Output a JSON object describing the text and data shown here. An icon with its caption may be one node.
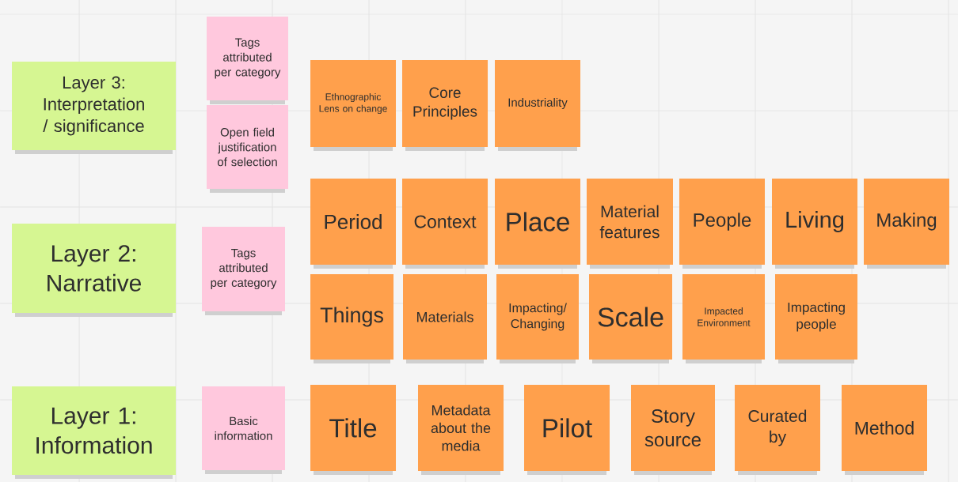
{
  "diagram": {
    "nodes": [
      {
        "text": [
          "Layer 3: Interpretation / significance"
        ]
      },
      {
        "text": [
          "Tags attributed per category"
        ]
      },
      {
        "text": [
          "Open field justification of selection"
        ]
      },
      {
        "text": [
          "Ethnographic Lens on change"
        ]
      },
      {
        "text": [
          "Core Principles"
        ]
      },
      {
        "text": [
          "Industriality"
        ]
      },
      {
        "text": [
          "Layer 2: Narrative"
        ]
      },
      {
        "text": [
          "Tags attributed per category"
        ]
      },
      {
        "text": [
          "Period"
        ]
      },
      {
        "text": [
          "Context"
        ]
      },
      {
        "text": [
          "Place"
        ]
      },
      {
        "text": [
          "Material features"
        ]
      },
      {
        "text": [
          "People"
        ]
      },
      {
        "text": [
          "Living"
        ]
      },
      {
        "text": [
          "Making"
        ]
      },
      {
        "text": [
          "Things"
        ]
      },
      {
        "text": [
          "Materials"
        ]
      },
      {
        "text": [
          "Impacting/ Changing"
        ]
      },
      {
        "text": [
          "Scale"
        ]
      },
      {
        "text": [
          "Impacted Environment"
        ]
      },
      {
        "text": [
          "Impacting people"
        ]
      },
      {
        "text": [
          "Layer 1: Information"
        ]
      },
      {
        "text": [
          "Basic information"
        ]
      },
      {
        "text": [
          "Title"
        ]
      },
      {
        "text": [
          "Metadata about the media"
        ]
      },
      {
        "text": [
          "Pilot"
        ]
      },
      {
        "text": [
          "Story source"
        ]
      },
      {
        "text": [
          "Curated by"
        ]
      },
      {
        "text": [
          "Method"
        ]
      }
    ]
  }
}
